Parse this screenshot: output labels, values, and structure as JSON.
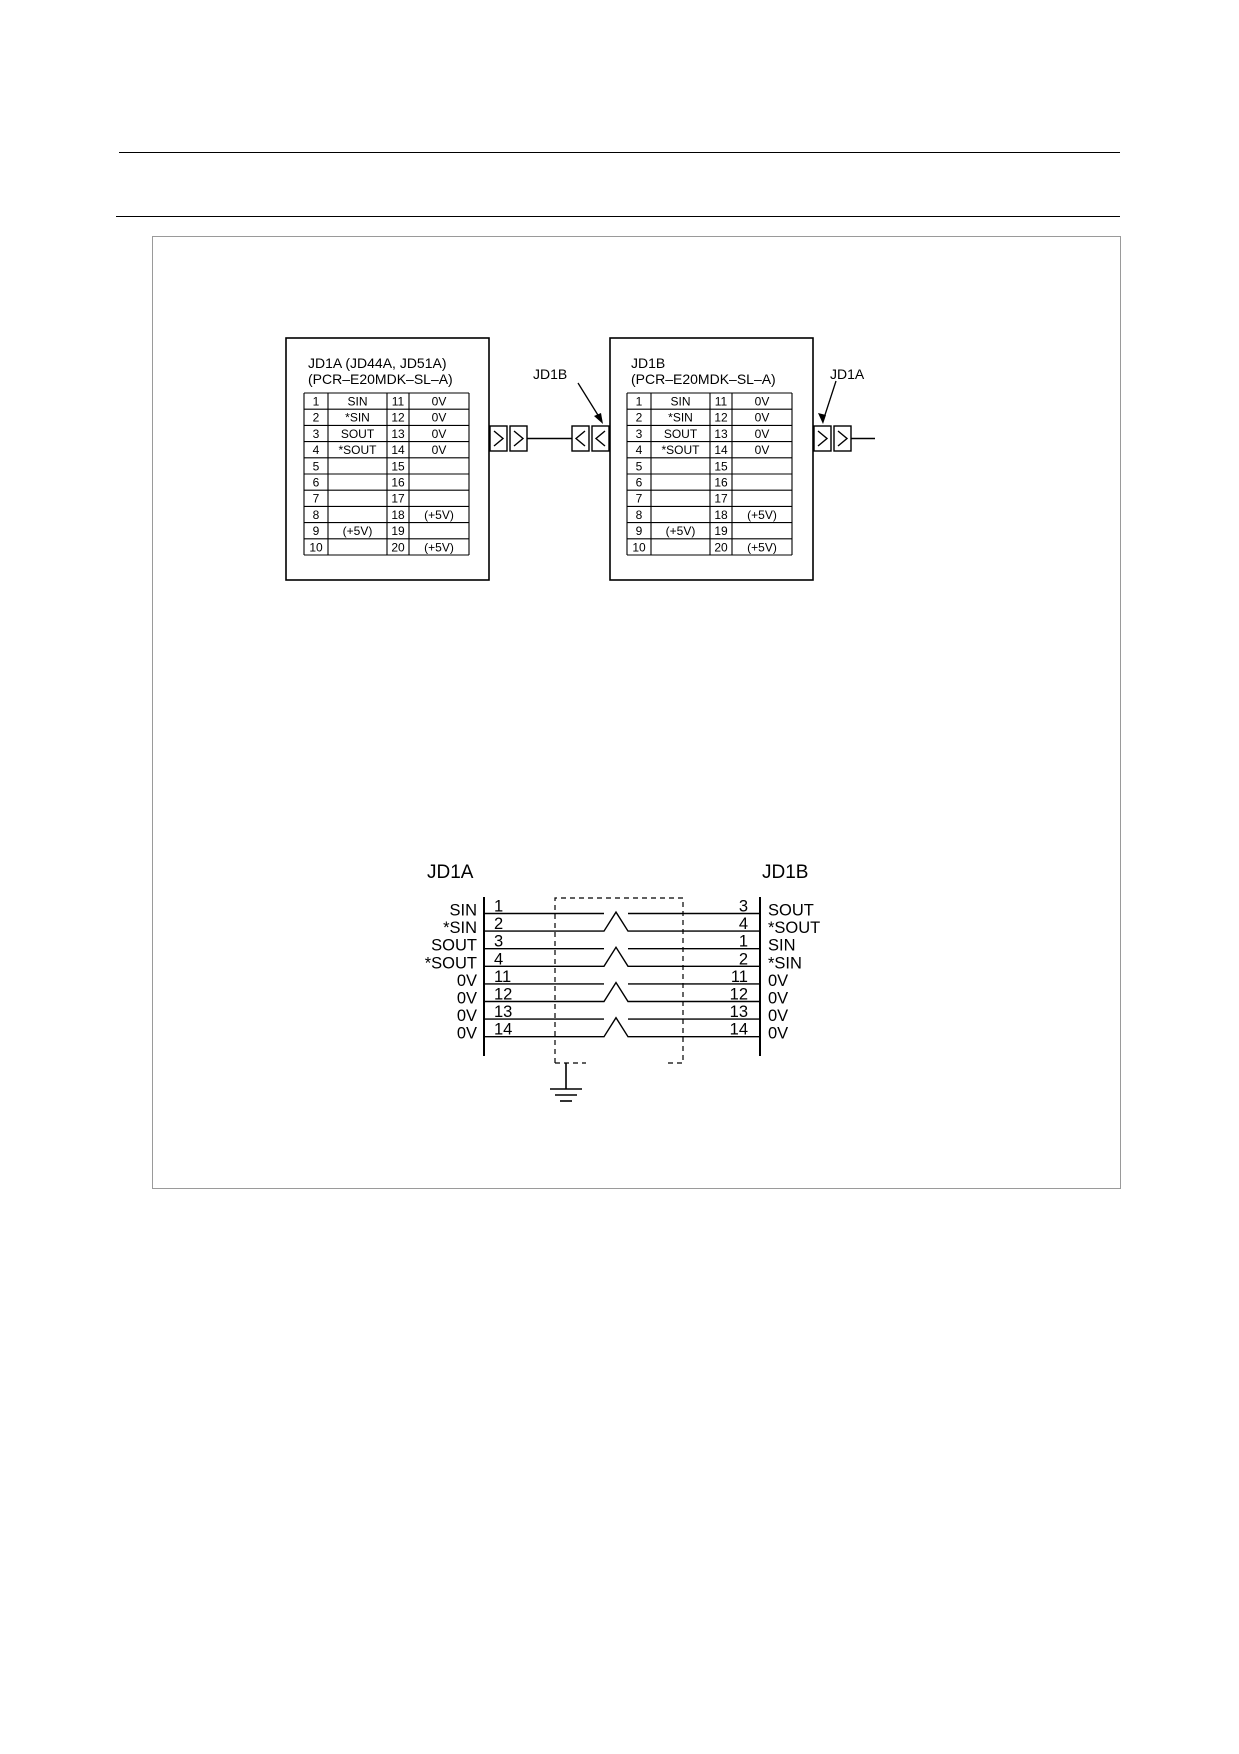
{
  "connectors": [
    {
      "title_line1": "JD1A (JD44A, JD51A)",
      "title_line2": "(PCR–E20MDK–SL–A)",
      "pins": [
        {
          "n1": "1",
          "s1": "SIN",
          "n2": "11",
          "s2": "0V"
        },
        {
          "n1": "2",
          "s1": "*SIN",
          "n2": "12",
          "s2": "0V"
        },
        {
          "n1": "3",
          "s1": "SOUT",
          "n2": "13",
          "s2": "0V"
        },
        {
          "n1": "4",
          "s1": "*SOUT",
          "n2": "14",
          "s2": "0V"
        },
        {
          "n1": "5",
          "s1": "",
          "n2": "15",
          "s2": ""
        },
        {
          "n1": "6",
          "s1": "",
          "n2": "16",
          "s2": ""
        },
        {
          "n1": "7",
          "s1": "",
          "n2": "17",
          "s2": ""
        },
        {
          "n1": "8",
          "s1": "",
          "n2": "18",
          "s2": "(+5V)"
        },
        {
          "n1": "9",
          "s1": "(+5V)",
          "n2": "19",
          "s2": ""
        },
        {
          "n1": "10",
          "s1": "",
          "n2": "20",
          "s2": "(+5V)"
        }
      ]
    },
    {
      "title_line1": "JD1B",
      "title_line2": "(PCR–E20MDK–SL–A)",
      "pins": [
        {
          "n1": "1",
          "s1": "SIN",
          "n2": "11",
          "s2": "0V"
        },
        {
          "n1": "2",
          "s1": "*SIN",
          "n2": "12",
          "s2": "0V"
        },
        {
          "n1": "3",
          "s1": "SOUT",
          "n2": "13",
          "s2": "0V"
        },
        {
          "n1": "4",
          "s1": "*SOUT",
          "n2": "14",
          "s2": "0V"
        },
        {
          "n1": "5",
          "s1": "",
          "n2": "15",
          "s2": ""
        },
        {
          "n1": "6",
          "s1": "",
          "n2": "16",
          "s2": ""
        },
        {
          "n1": "7",
          "s1": "",
          "n2": "17",
          "s2": ""
        },
        {
          "n1": "8",
          "s1": "",
          "n2": "18",
          "s2": "(+5V)"
        },
        {
          "n1": "9",
          "s1": "(+5V)",
          "n2": "19",
          "s2": ""
        },
        {
          "n1": "10",
          "s1": "",
          "n2": "20",
          "s2": "(+5V)"
        }
      ]
    }
  ],
  "callouts": {
    "jd1b": "JD1B",
    "jd1a": "JD1A"
  },
  "cable": {
    "left_title": "JD1A",
    "right_title": "JD1B",
    "left_signals": [
      "SIN",
      "*SIN",
      "SOUT",
      "*SOUT",
      "0V",
      "0V",
      "0V",
      "0V"
    ],
    "right_signals": [
      "SOUT",
      "*SOUT",
      "SIN",
      "*SIN",
      "0V",
      "0V",
      "0V",
      "0V"
    ],
    "left_pins": [
      "1",
      "2",
      "3",
      "4",
      "11",
      "12",
      "13",
      "14"
    ],
    "right_pins": [
      "3",
      "4",
      "1",
      "2",
      "11",
      "12",
      "13",
      "14"
    ]
  }
}
